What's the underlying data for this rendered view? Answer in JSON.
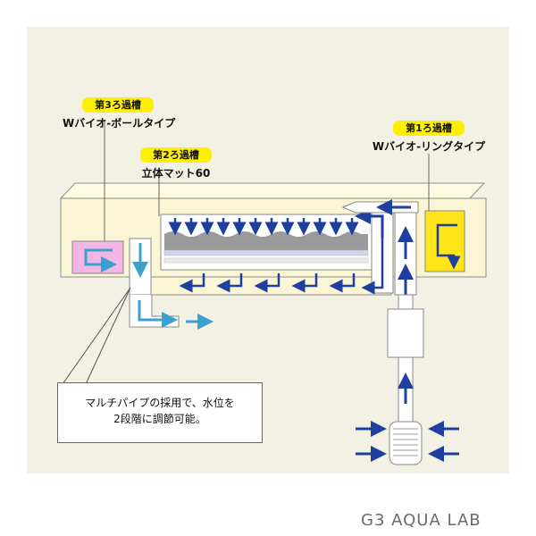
{
  "labels": {
    "stage3": {
      "title": "第3ろ過槽",
      "subtitle": "Wバイオ-ボールタイプ"
    },
    "stage2": {
      "title": "第2ろ過槽",
      "subtitle": "立体マット60"
    },
    "stage1": {
      "title": "第1ろ過槽",
      "subtitle": "Wバイオ-リングタイプ"
    }
  },
  "note": {
    "line1": "マルチパイプの採用で、水位を",
    "line2": "2段階に調節可能。"
  },
  "watermark": "G3 AQUA LAB",
  "colors": {
    "arrow_blue": "#1e3f9e",
    "outflow_blue": "#3aa0d0",
    "housing": "#faf5d4",
    "stage1_media": "#ffe41a",
    "stage3_media": "#f2b6e2",
    "label_yellow": "#ffef00",
    "background": "#f3f1e4"
  }
}
